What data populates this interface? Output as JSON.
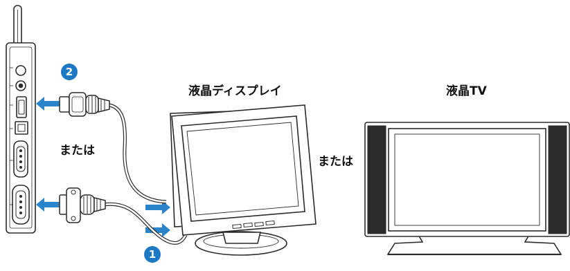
{
  "labels": {
    "lcd_display": "液晶ディスプレイ",
    "lcd_tv": "液晶TV",
    "or_left": "または",
    "or_middle": "または"
  },
  "steps": {
    "one": "1",
    "two": "2"
  },
  "colors": {
    "arrow": "#2a84c9",
    "badge": "#1f78c4",
    "outline": "#2b2b2b"
  }
}
